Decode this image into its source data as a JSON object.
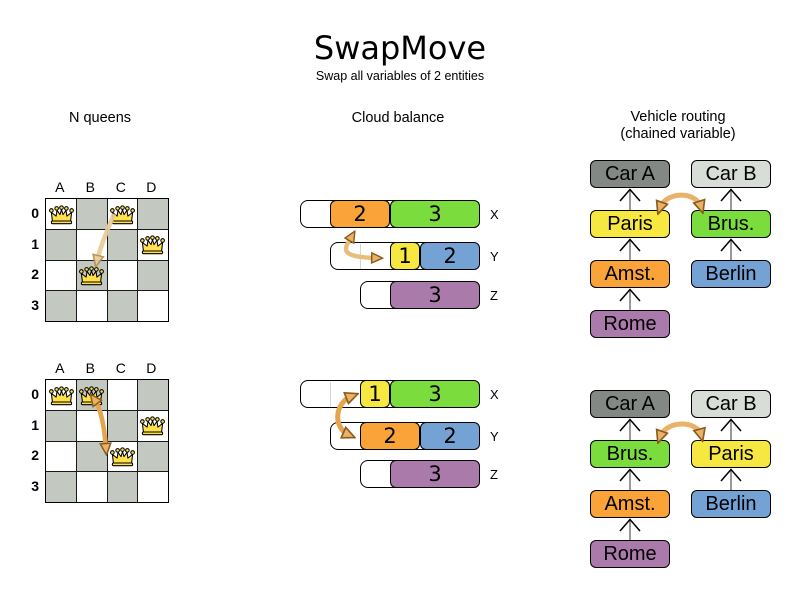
{
  "title": {
    "text": "SwapMove",
    "subtitle": "Swap all variables of 2 entities"
  },
  "sections": [
    {
      "label": "N queens"
    },
    {
      "label": "Cloud balance"
    },
    {
      "label": "Vehicle routing",
      "sublabel": "(chained variable)"
    }
  ],
  "nqueens": {
    "column_labels": [
      "A",
      "B",
      "C",
      "D"
    ],
    "row_labels": [
      "0",
      "1",
      "2",
      "3"
    ],
    "before": {
      "queens": [
        "A0",
        "C0",
        "D1",
        "B2"
      ],
      "swapped": [
        "C0",
        "B2"
      ]
    },
    "after": {
      "queens": [
        "A0",
        "B0",
        "D1",
        "C2"
      ],
      "swapped": [
        "B0",
        "C2"
      ]
    }
  },
  "cloud": {
    "computers": [
      {
        "label": "X",
        "capacity": 6
      },
      {
        "label": "Y",
        "capacity": 5
      },
      {
        "label": "Z",
        "capacity": 4
      }
    ],
    "before": {
      "X": [
        {
          "value": 2,
          "color": "orange"
        },
        {
          "value": 3,
          "color": "green"
        }
      ],
      "Y": [
        {
          "value": 1,
          "color": "yellow"
        },
        {
          "value": 2,
          "color": "blue"
        }
      ],
      "Z": [
        {
          "value": 3,
          "color": "purple"
        }
      ]
    },
    "after": {
      "X": [
        {
          "value": 1,
          "color": "yellow"
        },
        {
          "value": 3,
          "color": "green"
        }
      ],
      "Y": [
        {
          "value": 2,
          "color": "orange"
        },
        {
          "value": 2,
          "color": "blue"
        }
      ],
      "Z": [
        {
          "value": 3,
          "color": "purple"
        }
      ]
    },
    "swapped_processes": [
      "orange-2",
      "yellow-1"
    ]
  },
  "vehicle": {
    "before": [
      [
        "Car A",
        "Paris",
        "Amst.",
        "Rome"
      ],
      [
        "Car B",
        "Brus.",
        "Berlin"
      ]
    ],
    "after": [
      [
        "Car A",
        "Brus.",
        "Amst.",
        "Rome"
      ],
      [
        "Car B",
        "Paris",
        "Berlin"
      ]
    ],
    "swapped_cities": [
      "Paris",
      "Brus."
    ]
  },
  "node_colors": {
    "Car A": "carA",
    "Car B": "carB",
    "Paris": "yellow",
    "Brus.": "green",
    "Amst.": "orange",
    "Berlin": "blue",
    "Rome": "purple"
  },
  "palette": {
    "orange": "#f9a338",
    "green": "#7bdc3e",
    "yellow": "#f7e741",
    "blue": "#74a2d5",
    "purple": "#aa7aaa",
    "carA": "#848884",
    "carB": "#d8ddd8",
    "board_gray": "#c3c8c1",
    "queen_gold": "#ffe14f",
    "arrow_tan": "#e9b266",
    "arrow_light": "#e9cb9b"
  }
}
